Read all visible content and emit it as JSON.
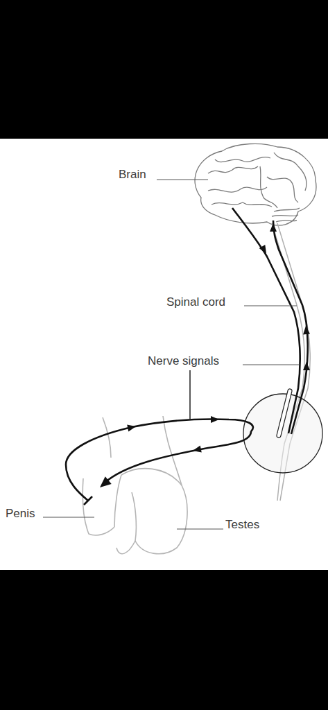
{
  "diagram": {
    "labels": [
      "Brain",
      "Spinal cord",
      "Nerve signals",
      "Penis",
      "Testes"
    ]
  }
}
